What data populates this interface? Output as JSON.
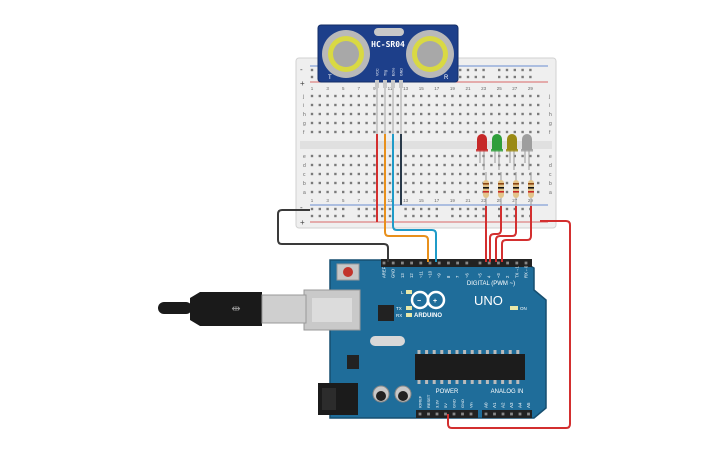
{
  "sensor": {
    "model": "HC-SR04",
    "left_mark": "T",
    "right_mark": "R",
    "pins": [
      "VCC",
      "Trig",
      "Echo",
      "GND"
    ]
  },
  "breadboard": {
    "rail_plus": "+",
    "rail_minus": "-",
    "col_numbers": [
      "1",
      "3",
      "5",
      "7",
      "9",
      "11",
      "13",
      "15",
      "17",
      "19",
      "21",
      "23",
      "25",
      "27",
      "29"
    ],
    "row_letters_top": [
      "j",
      "i",
      "h",
      "g",
      "f"
    ],
    "row_letters_bottom": [
      "e",
      "d",
      "c",
      "b",
      "a"
    ]
  },
  "leds": [
    {
      "color_name": "red",
      "color": "#c62828"
    },
    {
      "color_name": "green",
      "color": "#2e9e3a"
    },
    {
      "color_name": "yellow",
      "color": "#9a8a14"
    },
    {
      "color_name": "white",
      "color": "#9e9e9e"
    }
  ],
  "arduino": {
    "brand": "ARDUINO",
    "model": "UNO",
    "digital_label": "DIGITAL (PWM ~)",
    "power_label": "POWER",
    "analog_label": "ANALOG IN",
    "on_label": "ON",
    "l_label": "L",
    "tx_label": "TX",
    "rx_label": "RX",
    "digital_pins": [
      "AREF",
      "GND",
      "13",
      "12",
      "~11",
      "~10",
      "~9",
      "8",
      "7",
      "~6",
      "~5",
      "4",
      "~3",
      "2",
      "TX→1",
      "RX←0"
    ],
    "power_pins": [
      "IOREF",
      "RESET",
      "3.3V",
      "5V",
      "GND",
      "GND",
      "Vin"
    ],
    "analog_pins": [
      "A0",
      "A1",
      "A2",
      "A3",
      "A4",
      "A5"
    ]
  },
  "wires": [
    {
      "name": "black-gnd",
      "color": "#3a3a3a"
    },
    {
      "name": "orange-echo",
      "color": "#e8901c"
    },
    {
      "name": "blue-trig",
      "color": "#1f9bc8"
    },
    {
      "name": "red-vcc",
      "color": "#d32f2f"
    }
  ],
  "colors": {
    "board_blue": "#1f6d9a",
    "board_edge": "#174f70",
    "sensor_blue": "#1d3f8a",
    "breadboard": "#ececec",
    "usb_black": "#1a1a1a"
  }
}
